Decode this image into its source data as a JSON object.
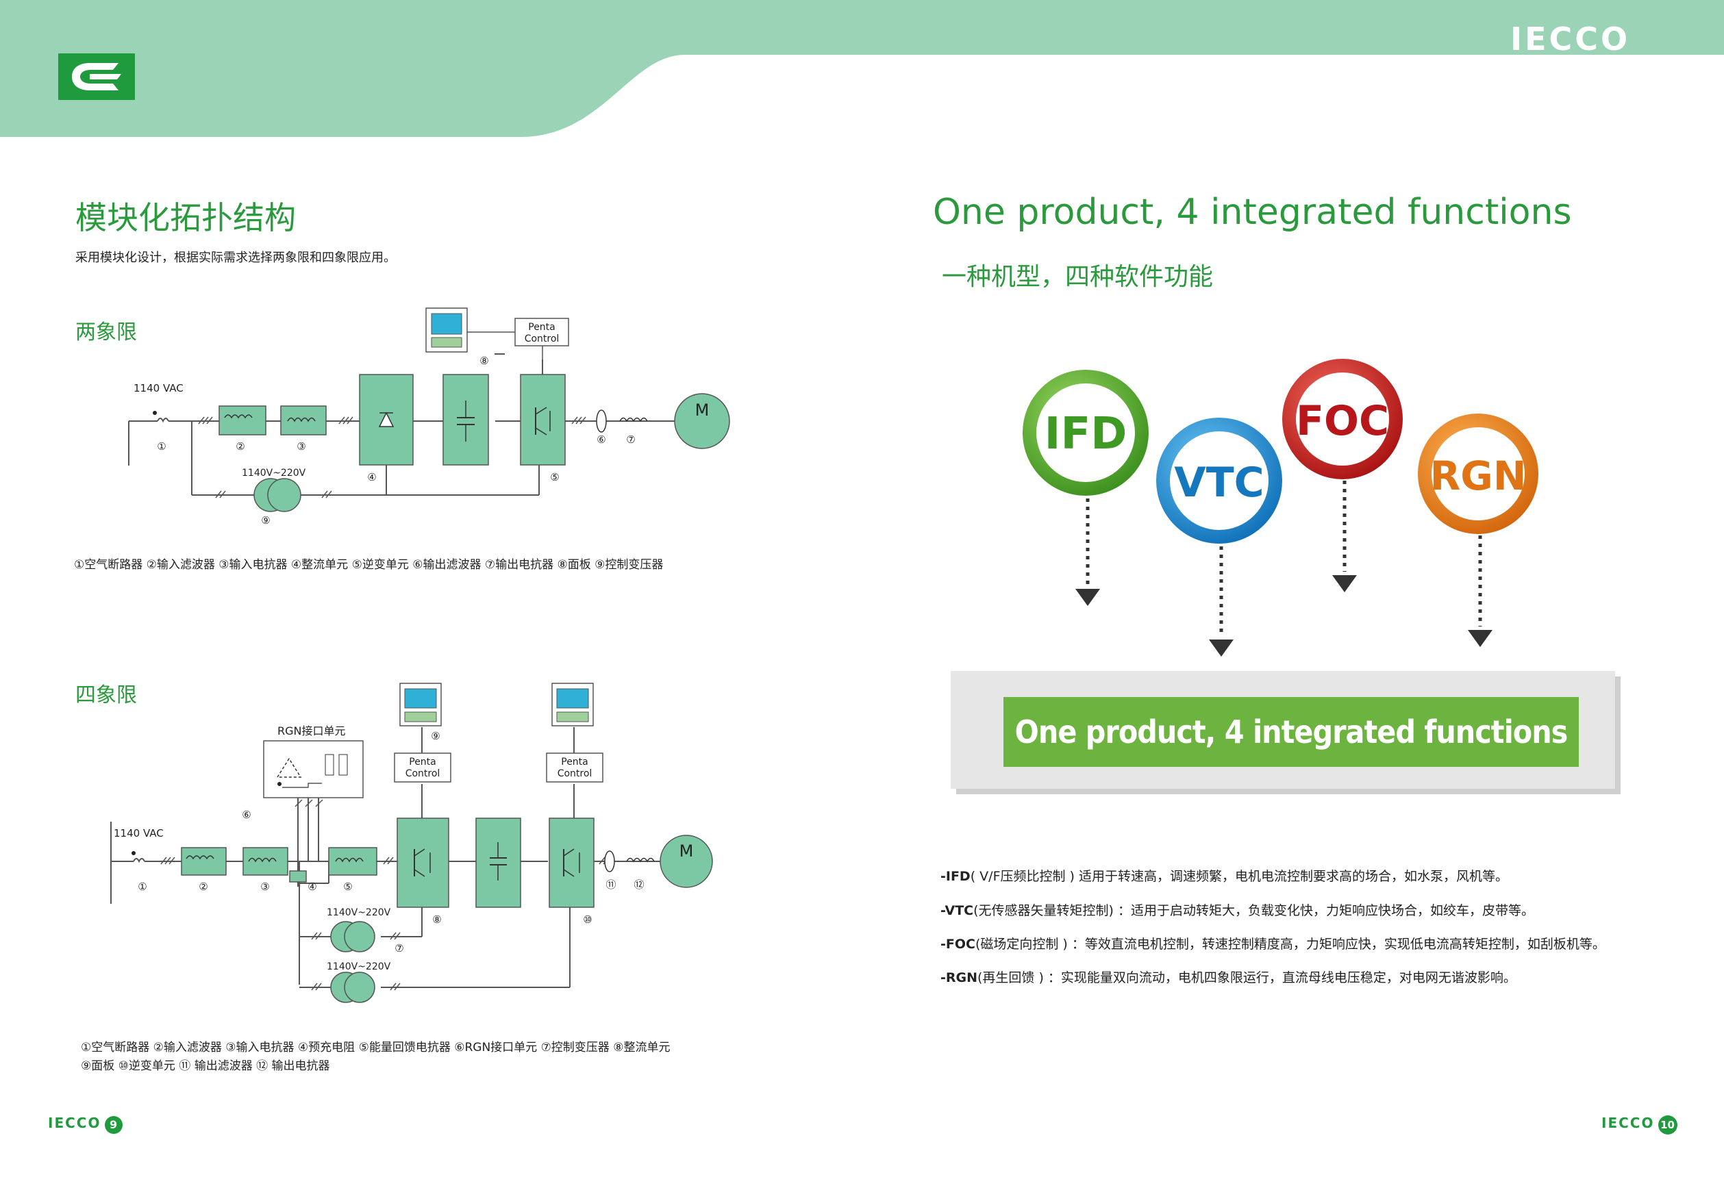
{
  "brand": "IECCO",
  "left": {
    "title": "模块化拓扑结构",
    "subtitle": "采用模块化设计，根据实际需求选择两象限和四象限应用。",
    "two_quadrant": {
      "heading": "两象限",
      "input_voltage": "1140 VAC",
      "transformer": "1140V~220V",
      "control": [
        "Penta",
        "Control"
      ],
      "motor": "M",
      "legend": "①空气断路器 ②输入滤波器 ③输入电抗器 ④整流单元 ⑤逆变单元 ⑥输出滤波器 ⑦输出电抗器 ⑧面板 ⑨控制变压器"
    },
    "four_quadrant": {
      "heading": "四象限",
      "rgn_unit": "RGN接口单元",
      "input_voltage": "1140 VAC",
      "transformer": "1140V~220V",
      "control": [
        "Penta",
        "Control"
      ],
      "motor": "M",
      "legend_line1": "①空气断路器 ②输入滤波器 ③输入电抗器 ④预充电阻 ⑤能量回馈电抗器 ⑥RGN接口单元 ⑦控制变压器 ⑧整流单元",
      "legend_line2": "⑨面板 ⑩逆变单元 ⑪ 输出滤波器 ⑫ 输出电抗器"
    },
    "page_number": "9"
  },
  "right": {
    "title": "One product, 4 integrated functions",
    "subtitle": "一种机型，四种软件功能",
    "pills": [
      {
        "label": "IFD",
        "color": "#5cb531",
        "text_color": "#3f9a23"
      },
      {
        "label": "VTC",
        "color": "#1a8fd6",
        "text_color": "#1577bd"
      },
      {
        "label": "FOC",
        "color": "#d9261c",
        "text_color": "#b7171a"
      },
      {
        "label": "RGN",
        "color": "#ef8a1a",
        "text_color": "#e07414"
      }
    ],
    "banner": "One product, 4 integrated functions",
    "descriptions": [
      {
        "key": "-IFD",
        "text": "( V/F压频比控制 ) 适用于转速高，调速频繁，电机电流控制要求高的场合，如水泵，风机等。"
      },
      {
        "key": "-VTC",
        "text": "(无传感器矢量转矩控制) ：适用于启动转矩大，负载变化快，力矩响应快场合，如绞车，皮带等。"
      },
      {
        "key": "-FOC",
        "text": "(磁场定向控制 ) ：等效直流电机控制，转速控制精度高，力矩响应快，实现低电流高转矩控制，如刮板机等。"
      },
      {
        "key": "-RGN",
        "text": "(再生回馈 ) ：实现能量双向流动，电机四象限运行，直流母线电压稳定，对电网无谐波影响。"
      }
    ],
    "page_number": "10"
  },
  "colors": {
    "header_green": "#9ad3b6",
    "module_green": "#7cc8a4",
    "title_green": "#2a9a3d",
    "banner_green": "#6cb33f"
  }
}
